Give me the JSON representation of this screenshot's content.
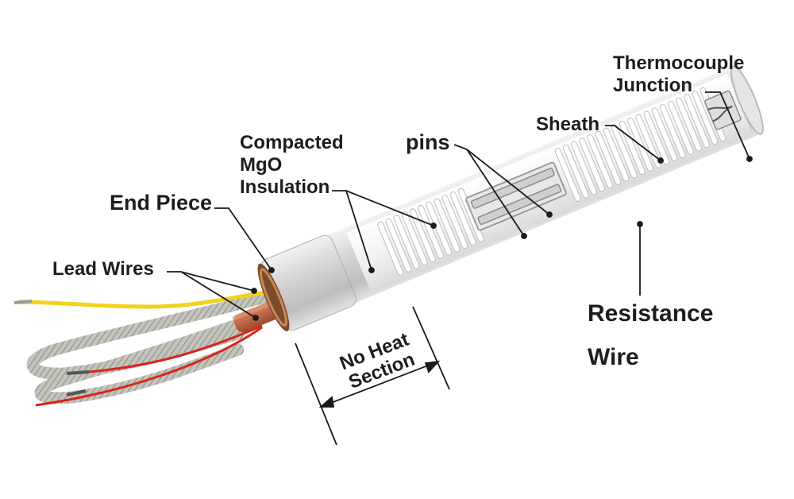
{
  "labels": {
    "thermocouple_junction": [
      "Thermocouple",
      "Junction"
    ],
    "sheath": "Sheath",
    "pins": "pins",
    "compacted_mgo_insulation": [
      "Compacted",
      "MgO",
      "Insulation"
    ],
    "end_piece": "End Piece",
    "lead_wires": "Lead Wires",
    "resistance_wire": [
      "Resistance",
      "Wire"
    ],
    "no_heat_section": [
      "No Heat",
      "Section"
    ]
  },
  "colors": {
    "sheath": "#dcdcdc",
    "end_piece": "#c9c9c9",
    "ceramic_core": "#f4f4f4",
    "coil": "#ffffff",
    "leader_line": "#1a1a1a",
    "yellow_wire": "#f0d21e",
    "red_wire": "#d8261c",
    "braided_sleeve": "#b5b5ae",
    "copper_sleeve": "#c0623e"
  }
}
